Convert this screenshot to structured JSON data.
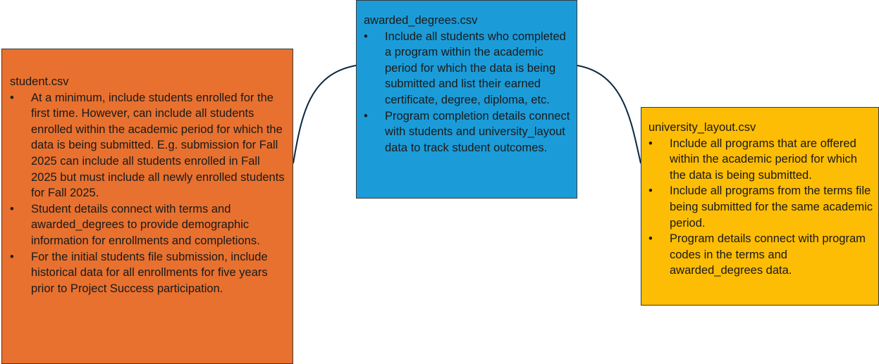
{
  "boxes": {
    "student": {
      "title": "student.csv",
      "fill": "#e8712f",
      "bullets": [
        "At a minimum, include students enrolled for the first time. However, can include all students enrolled within the academic period for which the data is being submitted. E.g. submission for Fall 2025 can include all students enrolled in Fall 2025 but must include all newly enrolled students for Fall 2025.",
        "Student details connect with terms and awarded_degrees to provide demographic information for enrollments and completions.",
        "For the initial students file submission, include historical data for all enrollments for five years prior to Project Success participation."
      ]
    },
    "awarded": {
      "title": "awarded_degrees.csv",
      "fill": "#1b9cd8",
      "bullets": [
        "Include all students who completed a program within the academic period for which the data is being submitted and list their earned certificate, degree, diploma, etc.",
        "Program completion details connect with students and university_layout data to track student outcomes."
      ]
    },
    "univ": {
      "title": "university_layout.csv",
      "fill": "#fdbd04",
      "bullets": [
        "Include all programs that are offered within the academic period for which the data is being submitted.",
        "Include all programs from the terms file being submitted for the same academic period.",
        "Program details connect with program codes in the terms and awarded_degrees data."
      ]
    }
  },
  "bullet_char": "•",
  "connector_color": "#0e2841"
}
